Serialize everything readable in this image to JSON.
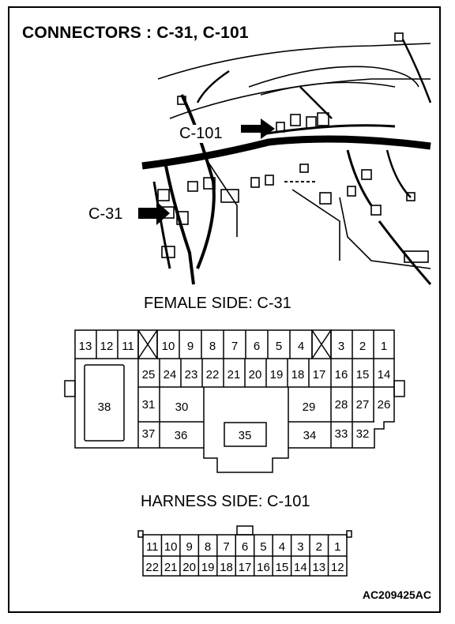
{
  "title": "CONNECTORS : C-31, C-101",
  "callouts": {
    "c101": "C-101",
    "c31": "C-31"
  },
  "female": {
    "heading": "FEMALE SIDE: C-31",
    "row1": [
      "13",
      "12",
      "11",
      "10",
      "9",
      "8",
      "7",
      "6",
      "5",
      "4",
      "3",
      "2",
      "1"
    ],
    "row2": [
      "25",
      "24",
      "23",
      "22",
      "21",
      "20",
      "19",
      "18",
      "17",
      "16",
      "15",
      "14"
    ],
    "row3": [
      "38",
      "31",
      "30",
      "29",
      "28",
      "27",
      "26"
    ],
    "row4": [
      "37",
      "36",
      "35",
      "34",
      "33",
      "32"
    ]
  },
  "harness": {
    "heading": "HARNESS SIDE: C-101",
    "top": [
      "11",
      "10",
      "9",
      "8",
      "7",
      "6",
      "5",
      "4",
      "3",
      "2",
      "1"
    ],
    "bottom": [
      "22",
      "21",
      "20",
      "19",
      "18",
      "17",
      "16",
      "15",
      "14",
      "13",
      "12"
    ]
  },
  "figure_code": "AC209425AC"
}
